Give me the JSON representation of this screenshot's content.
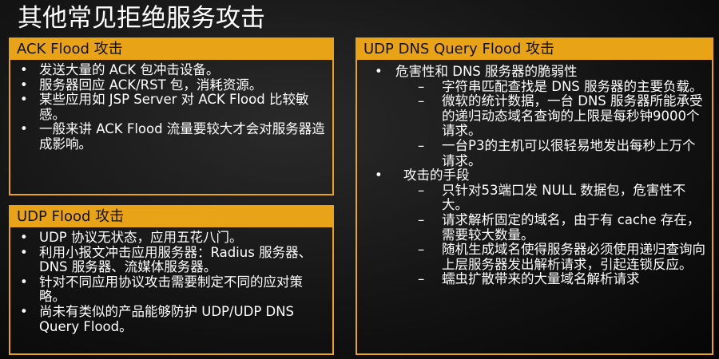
{
  "title": "其他常见拒绝服务攻击",
  "ack": {
    "header": "ACK Flood 攻击",
    "items": [
      "发送大量的 ACK 包冲击设备。",
      "服务器回应 ACK/RST 包，消耗资源。",
      "某些应用如 JSP Server 对 ACK Flood 比较敏感。",
      "一般来讲 ACK Flood 流量要较大才会对服务器造成影响。"
    ]
  },
  "udp": {
    "header": "UDP Flood 攻击",
    "items": [
      "UDP 协议无状态，应用五花八门。",
      "利用小报文冲击应用服务器：Radius 服务器、DNS 服务器、流媒体服务器。",
      "针对不同应用协议攻击需要制定不同的应对策略。",
      "尚未有类似的产品能够防护 UDP/UDP DNS Query Flood。"
    ]
  },
  "dns": {
    "header": "UDP DNS Query Flood 攻击",
    "items": [
      {
        "text": "危害性和 DNS 服务器的脆弱性",
        "sub": [
          "字符串匹配查找是 DNS 服务器的主要负载。",
          "微软的统计数据，一台 DNS 服务器所能承受的递归动态域名查询的上限是每秒钟9000个请求。",
          "一台P3的主机可以很轻易地发出每秒上万个请求。"
        ]
      },
      {
        "text": "攻击的手段",
        "sub": [
          "只针对53端口发 NULL 数据包，危害性不大。",
          "请求解析固定的域名，由于有 cache 存在，需要较大数量。",
          "随机生成域名使得服务器必须使用递归查询向上层服务器发出解析请求，引起连锁反应。",
          "蠕虫扩散带来的大量域名解析请求"
        ]
      }
    ]
  },
  "colors": {
    "accent": "#e8a317",
    "background": "#141414",
    "text": "#ffffff"
  }
}
